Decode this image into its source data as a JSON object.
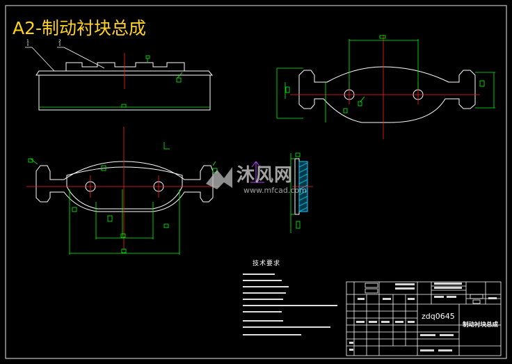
{
  "drawing": {
    "title": "A2-制动衬块总成",
    "balloons": [
      "1",
      "2"
    ]
  },
  "watermark": {
    "name": "沐风网",
    "url": "www.mfcad.com"
  },
  "technical_requirements": {
    "title": "技术要求"
  },
  "title_block": {
    "drawing_number": "zdq0645",
    "part_name": "制动衬块总成"
  },
  "colors": {
    "background": "#000000",
    "outline": "#ffffff",
    "dimension": "#00ff00",
    "centerline": "#ff2020",
    "title": "#ffd21e",
    "hatch": "#00d0ff",
    "section_marker": "#c040ff"
  }
}
